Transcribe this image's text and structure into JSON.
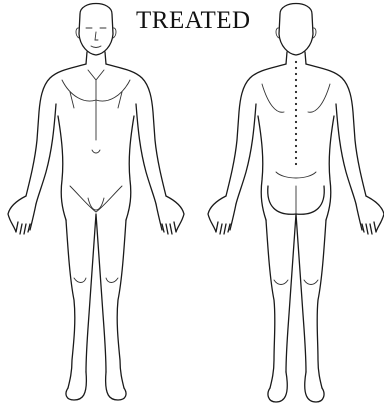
{
  "title": "TREATED",
  "figures": [
    {
      "name": "front-view"
    },
    {
      "name": "back-view"
    }
  ],
  "colors": {
    "line": "#1a1a1a",
    "background": "#ffffff"
  }
}
